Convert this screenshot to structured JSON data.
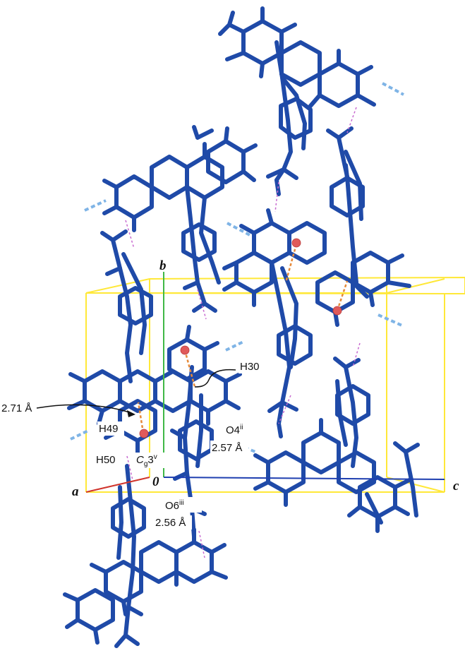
{
  "figure": {
    "axes": {
      "a": "a",
      "b": "b",
      "c": "c",
      "origin": "0"
    },
    "labels": {
      "dist_271": "2.71 Å",
      "h49": "H49",
      "h50": "H50",
      "h30": "H30",
      "cg_base": "C",
      "cg_sub": "g",
      "cg_num": "3",
      "cg_sup": "v",
      "o4_base": "O4",
      "o4_sup": "ii",
      "dist_257": "2.57 Å",
      "o6_base": "O6",
      "o6_sup": "iii",
      "dist_256": "2.56 Å"
    },
    "colors": {
      "bond": "#1f4aa8",
      "cell": "#ffe838",
      "axis_a": "#d0342c",
      "axis_b": "#3fb846",
      "axis_c": "#1f3fb0",
      "centroid": "#e05a5a",
      "contact_orange": "#e68a3a",
      "contact_magenta": "#c86ad0",
      "hbond_light": "#7fb4e6"
    }
  }
}
